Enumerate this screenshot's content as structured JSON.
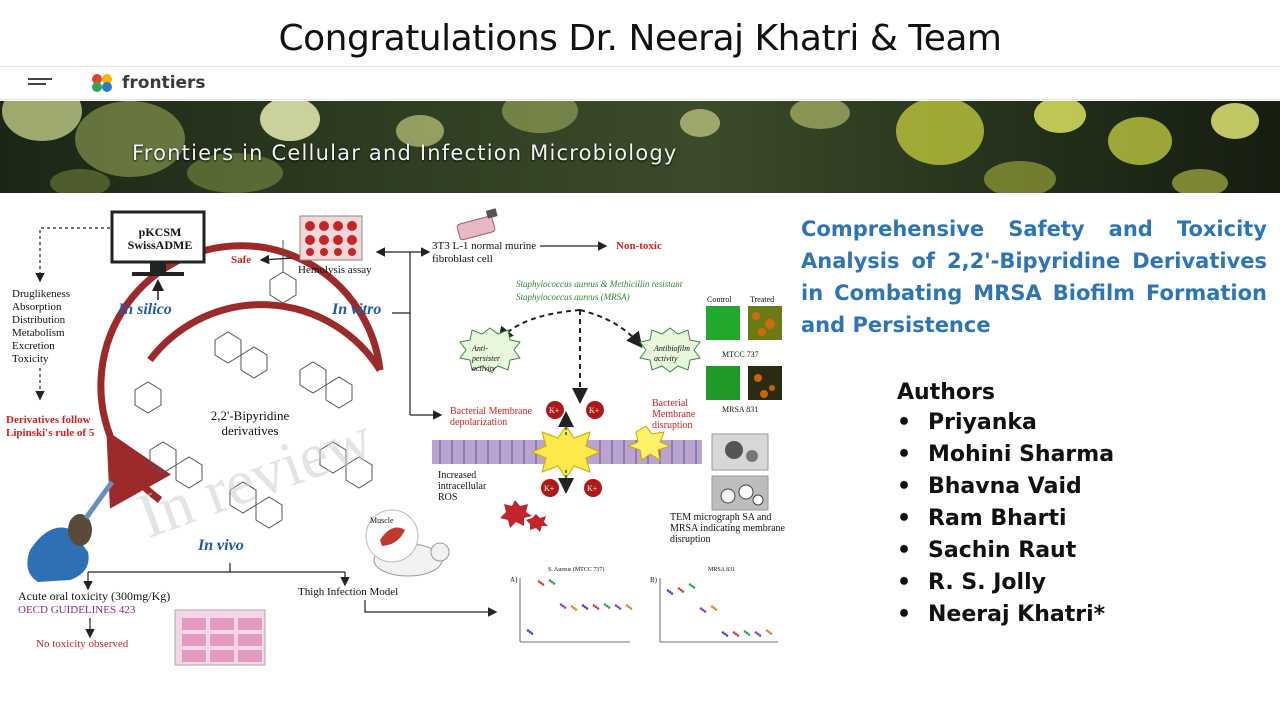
{
  "slide": {
    "title": "Congratulations Dr. Neeraj Khatri & Team"
  },
  "journal": {
    "brand": "frontiers",
    "banner_title": "Frontiers in Cellular and Infection Microbiology",
    "icons": [
      "menu-icon",
      "frontiers-logo-icon"
    ]
  },
  "paper": {
    "title": "Comprehensive Safety and Toxicity Analysis of 2,2'-Bipyridine Derivatives in Combating MRSA Biofilm Formation and Persistence"
  },
  "authors": {
    "heading": "Authors",
    "list": [
      "Priyanka",
      "Mohini Sharma",
      "Bhavna Vaid",
      "Ram Bharti",
      "Sachin Raut",
      "R. S. Jolly",
      "Neeraj Khatri*"
    ]
  },
  "figure": {
    "watermark": "In review",
    "center_label": "2,2'-Bipyridine derivatives",
    "in_silico": "In silico",
    "in_vitro": "In vitro",
    "in_vivo": "In vivo",
    "monitor_text": "pKCSM SwissADME",
    "adme_list": "Druglikeness Absorption Distribution Metabolism Excretion Toxicity",
    "lipinski": "Derivatives follow Lipinski's rule of 5",
    "safe": "Safe",
    "hemolysis": "Hemolysis assay",
    "cell_line": "3T3 L-1 normal murine fibroblast cell",
    "non_toxic": "Non-toxic",
    "staph": "Staphylococcus aureus & Methicillin resistant Staphylococcus aureus (MRSA)",
    "control": "Control",
    "treated": "Treated",
    "mtcc": "MTCC 737",
    "mrsa831": "MRSA 831",
    "anti_persister": "Anti-persister activity",
    "antibiofilm": "Antibiofilm activity",
    "depolarization": "Bacterial Membrane depolarization",
    "disruption": "Bacterial Membrane disruption",
    "ros": "Increased intracellular ROS",
    "k_ion": "K+",
    "tem": "TEM micrograph SA and MRSA indicating membrane disruption",
    "muscle": "Muscle",
    "acute": "Acute oral toxicity (300mg/Kg)",
    "oecd": "OECD GUIDELINES 423",
    "no_toxicity": "No toxicity observed",
    "thigh": "Thigh Infection Model",
    "chart_a": "S. Aureus (MTCC 737)",
    "chart_b": "MRSA 831",
    "panel_a": "A)",
    "panel_b": "B)"
  },
  "colors": {
    "title_blue": "#2e75b6",
    "ring_red": "#9c2a2a",
    "label_blue": "#1e5aa8",
    "alert_red": "#d42020"
  }
}
